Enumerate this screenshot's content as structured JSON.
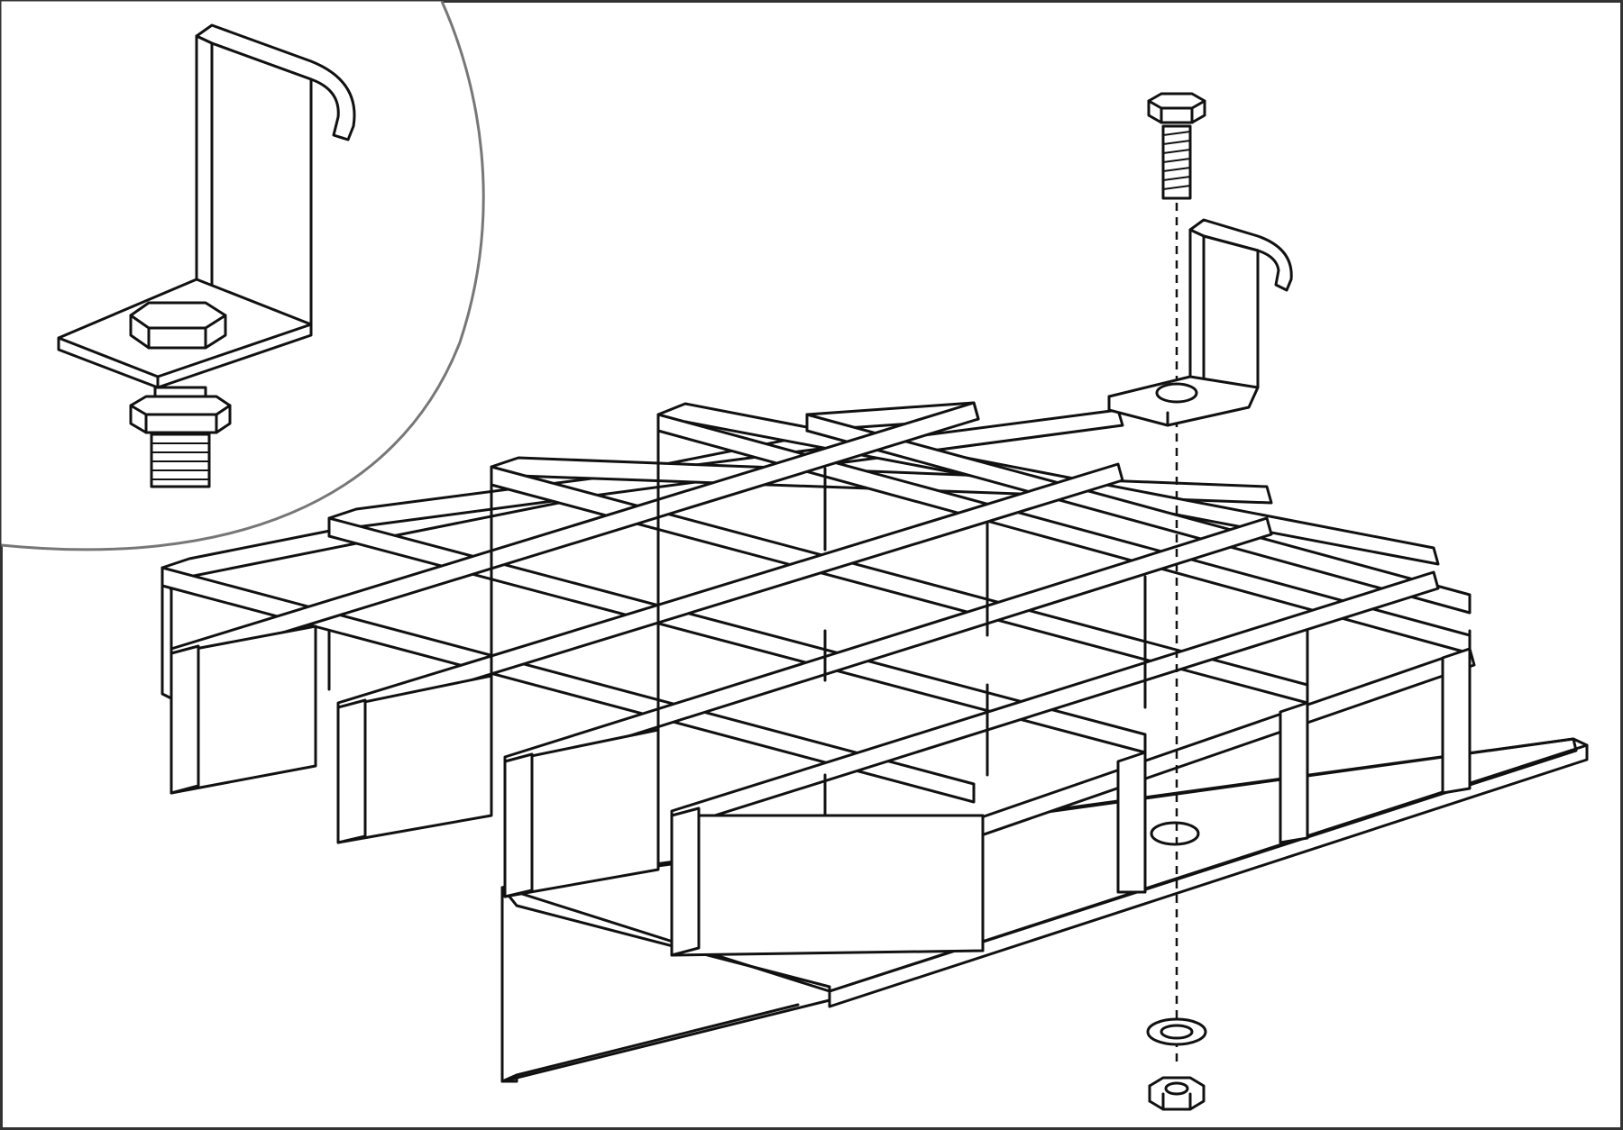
{
  "diagram": {
    "kind": "exploded assembly illustration",
    "parts": [
      "grating-panel",
      "hold-down-clip",
      "hex-bolt",
      "washer",
      "hex-nut",
      "support-angle"
    ],
    "detail_inset": true,
    "colors": {
      "line": "#111111",
      "background": "#ffffff",
      "inset_circle": "#777777",
      "frame": "#333333"
    }
  }
}
